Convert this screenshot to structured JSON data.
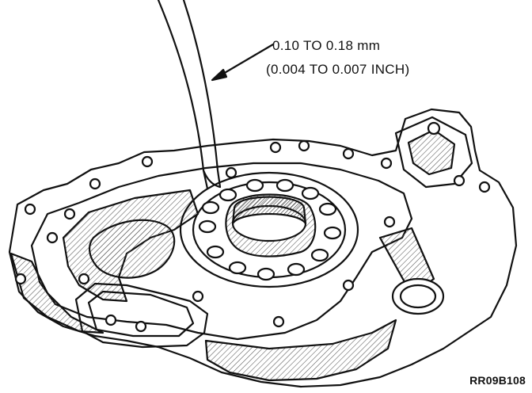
{
  "callout": {
    "metric": "0.10 TO 0.18 mm",
    "imperial": "(0.004 TO 0.007 INCH)"
  },
  "figure_code": "RR09B108",
  "line_color": "#111111",
  "hatch_color": "#555555"
}
